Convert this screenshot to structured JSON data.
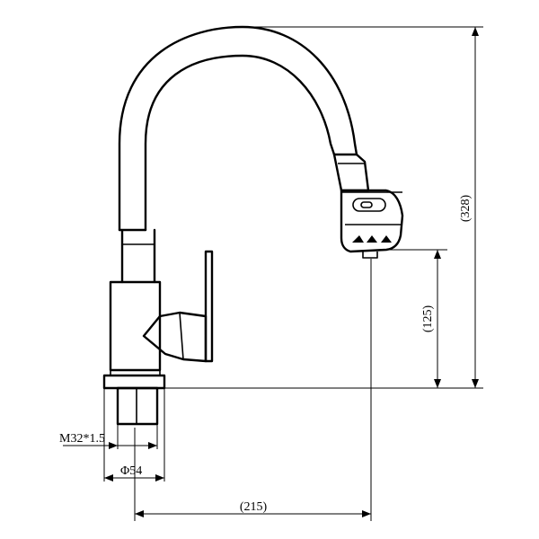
{
  "dimensions": {
    "total_height": "(328)",
    "spout_height": "(125)",
    "thread": "M32*1.5",
    "diameter": "Φ54",
    "reach": "(215)"
  }
}
